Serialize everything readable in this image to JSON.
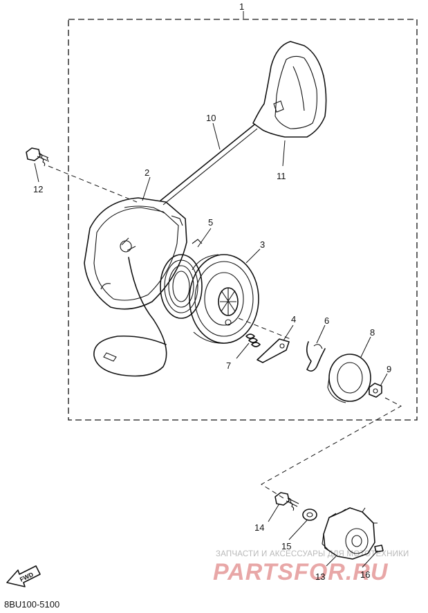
{
  "diagram": {
    "assembly_label": "1",
    "part_numbers": {
      "p2": "2",
      "p3": "3",
      "p4": "4",
      "p5": "5",
      "p6": "6",
      "p7": "7",
      "p8": "8",
      "p9": "9",
      "p10": "10",
      "p11": "11",
      "p12": "12",
      "p13": "13",
      "p14": "14",
      "p15": "15",
      "p16": "16"
    },
    "direction_marker": "FWD",
    "drawing_code": "8BU100-5100"
  },
  "watermark": {
    "tagline": "ЗАПЧАСТИ И АКСЕССУАРЫ ДЛЯ МОТОТЕХНИКИ",
    "logo": "PARTSFOR.RU"
  }
}
